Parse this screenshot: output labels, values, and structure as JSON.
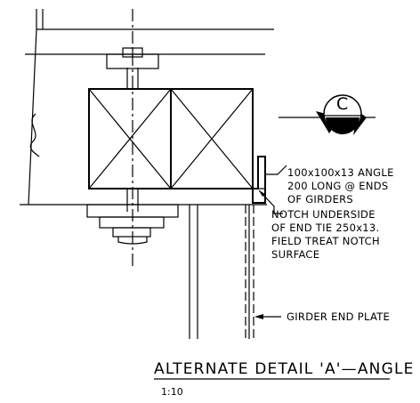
{
  "drawing": {
    "title": "ALTERNATE DETAIL 'A'—ANGLE STOP",
    "scale": "1:10",
    "section_marker": {
      "letter": "C",
      "sub": "–"
    },
    "notes": {
      "angle": [
        "100x100x13 ANGLE",
        "200 LONG @ ENDS",
        "OF GIRDERS"
      ],
      "notch": [
        "NOTCH UNDERSIDE",
        "OF END TIE 250x13.",
        "FIELD TREAT NOTCH",
        "SURFACE"
      ],
      "end_plate": "GIRDER END PLATE"
    }
  }
}
